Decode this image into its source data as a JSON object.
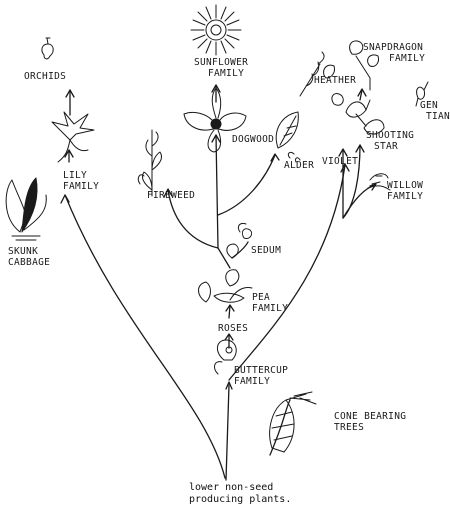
{
  "diagram": {
    "ink_color": "#1a1a1a",
    "background": "#ffffff",
    "labels": {
      "orchids": "ORCHIDS",
      "sunflower_family": [
        "SUNFLOWER",
        "FAMILY"
      ],
      "heather": "HEATHER",
      "snapdragon_family": [
        "SNAPDRAGON",
        "FAMILY"
      ],
      "gentian": [
        "GEN",
        "TIAN"
      ],
      "dogwood": "DOGWOOD",
      "lily_family": [
        "LILY",
        "FAMILY"
      ],
      "violet": "VIOLET",
      "shooting_star": [
        "SHOOTING",
        "STAR"
      ],
      "alder": "ALDER",
      "fireweed": "FIREWEED",
      "willow_family": [
        "WILLOW",
        "FAMILY"
      ],
      "skunk_cabbage": [
        "SKUNK",
        "CABBAGE"
      ],
      "sedum": "SEDUM",
      "pea_family": [
        "PEA",
        "FAMILY"
      ],
      "roses": "ROSES",
      "buttercup_family": [
        "BUTTERCUP",
        "FAMILY"
      ],
      "cone_bearing_trees": [
        "CONE BEARING",
        "TREES"
      ],
      "root": [
        "lower non-seed",
        "producing plants."
      ]
    }
  }
}
